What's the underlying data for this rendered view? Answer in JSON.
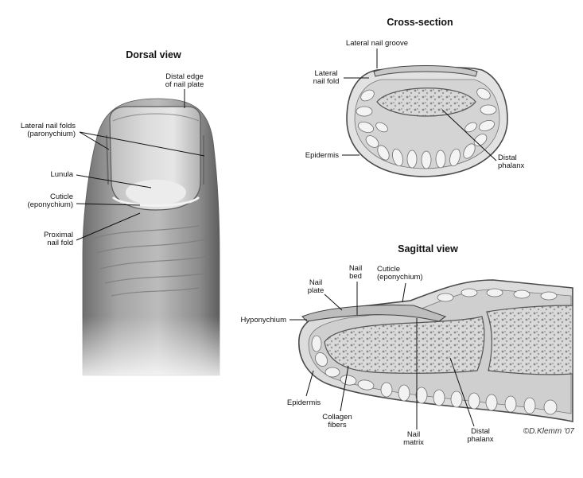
{
  "dorsal": {
    "title": "Dorsal view",
    "labels": {
      "distal_edge_1": "Distal edge",
      "distal_edge_2": "of nail plate",
      "lateral_folds_1": "Lateral nail folds",
      "lateral_folds_2": "(paronychium)",
      "lunula": "Lunula",
      "cuticle_1": "Cuticle",
      "cuticle_2": "(eponychium)",
      "proximal_1": "Proximal",
      "proximal_2": "nail fold"
    }
  },
  "cross_section": {
    "title": "Cross-section",
    "labels": {
      "groove": "Lateral nail groove",
      "lateral_fold_1": "Lateral",
      "lateral_fold_2": "nail fold",
      "epidermis": "Epidermis",
      "distal_phalanx_1": "Distal",
      "distal_phalanx_2": "phalanx"
    }
  },
  "sagittal": {
    "title": "Sagittal view",
    "labels": {
      "nail_bed_1": "Nail",
      "nail_bed_2": "bed",
      "cuticle_1": "Cuticle",
      "cuticle_2": "(eponychium)",
      "nail_plate_1": "Nail",
      "nail_plate_2": "plate",
      "hyponychium": "Hyponychium",
      "epidermis": "Epidermis",
      "collagen_1": "Collagen",
      "collagen_2": "fibers",
      "matrix_1": "Nail",
      "matrix_2": "matrix",
      "distal_phalanx_1": "Distal",
      "distal_phalanx_2": "phalanx"
    }
  },
  "signature": "©D.Klemm '07"
}
